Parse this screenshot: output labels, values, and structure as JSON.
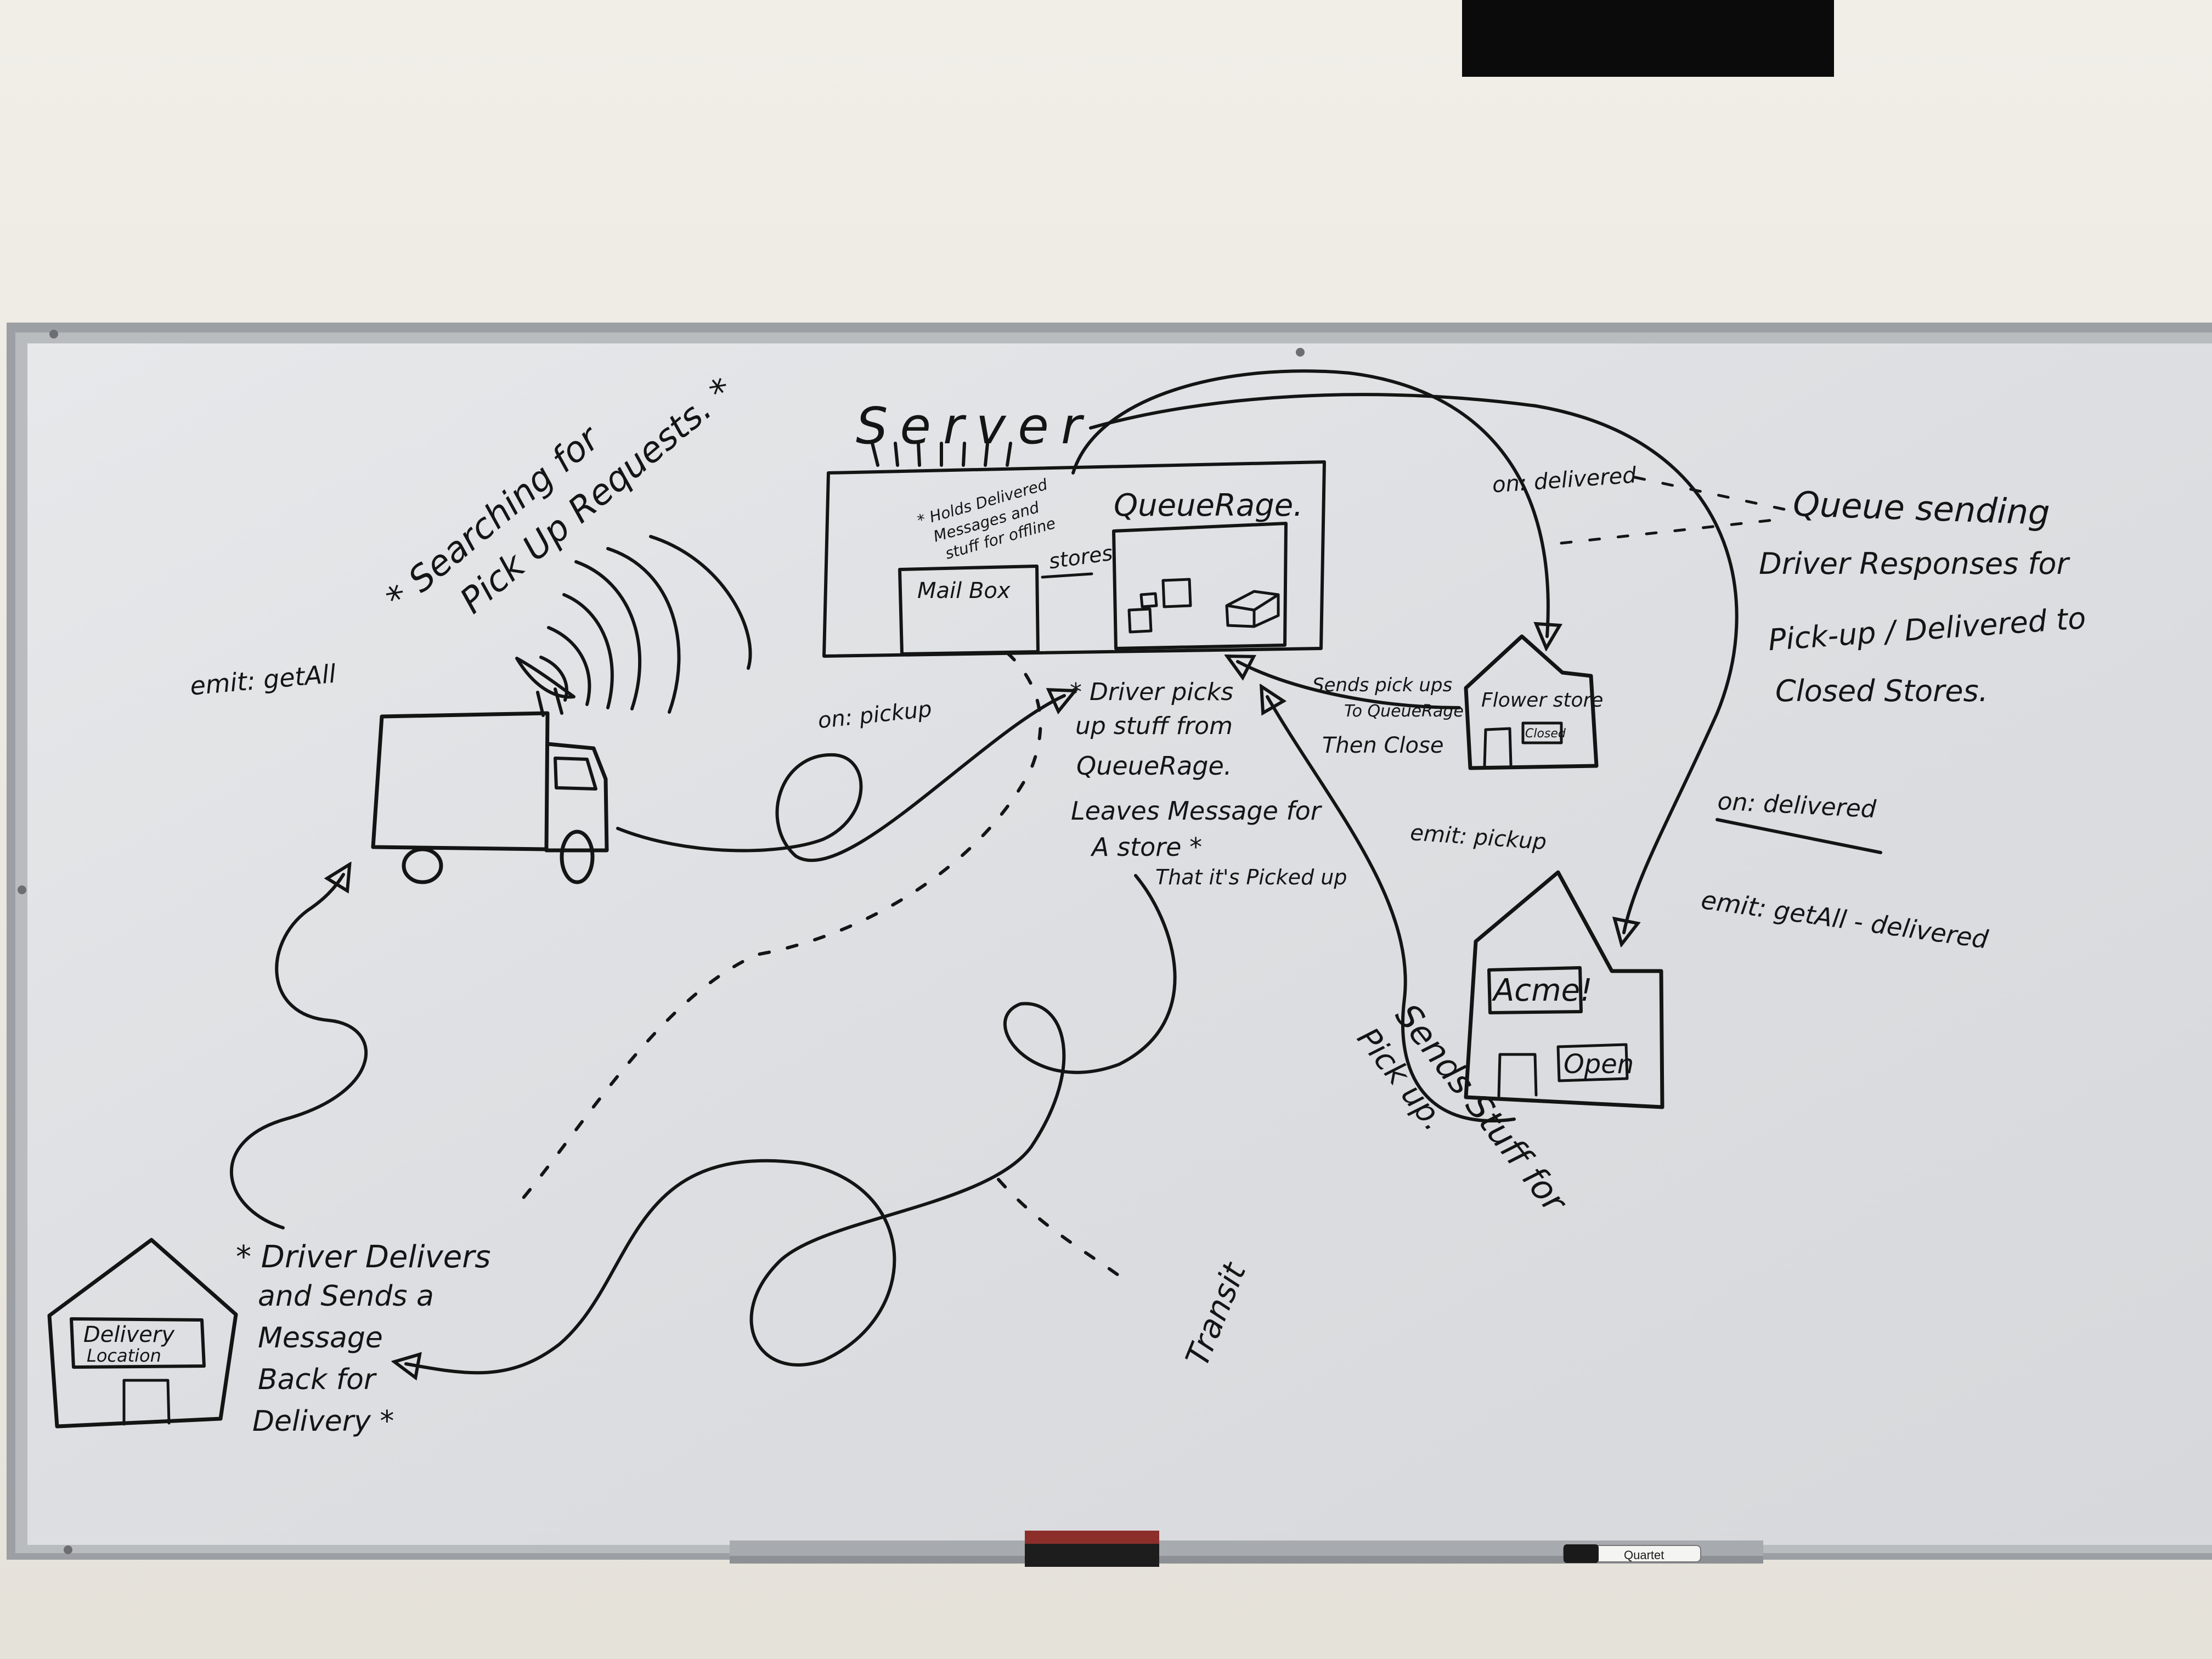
{
  "colors": {
    "wall": "#ebe8e1",
    "board": "#dfe1e3",
    "frame": "#9c9fa3",
    "ink": "#141414",
    "eraser_red": "#8c2f2a",
    "blackout": "#0b0b0b"
  },
  "server": {
    "title": "Server",
    "note_lines": [
      "* Holds Delivered",
      "Messages and",
      "stuff for offline",
      "stores"
    ],
    "mailbox_label": "Mail Box",
    "queue_label": "QueueRage."
  },
  "truck": {
    "emit_label": "emit: getAll",
    "search_line1": "* Searching for",
    "search_line2": "Pick Up Requests. *",
    "on_pickup_label": "on: pickup"
  },
  "driver_note": {
    "lines": [
      "* Driver picks",
      "up stuff from",
      "QueueRage.",
      "Leaves Message for",
      "A    store *",
      "That it's Picked up"
    ]
  },
  "flower_store": {
    "sends_lines": [
      "Sends pick ups",
      "To QueueRage",
      "Then Close"
    ],
    "name": "Flower store",
    "sign": "Closed"
  },
  "acme_store": {
    "name": "Acme!",
    "sign": "Open",
    "emit_pickup": "emit: pickup",
    "sends_line1": "Sends Stuff for",
    "sends_line2": "Pick up."
  },
  "right_notes": {
    "on_delivered_top": "on: delivered",
    "queue_lines": [
      "Queue sending",
      "Driver Responses for",
      "Pick-up / Delivered to",
      "Closed Stores."
    ],
    "on_delivered": "on: delivered",
    "emit_getall_delivered": "emit: getAll - delivered"
  },
  "delivery": {
    "house_label_line1": "Delivery",
    "house_label_line2": "Location",
    "note_lines": [
      "* Driver Delivers",
      "and Sends a",
      "Message",
      "Back for",
      "Delivery *"
    ]
  },
  "transit_label": "Transit",
  "tray": {
    "marker_brand": "Quartet"
  }
}
